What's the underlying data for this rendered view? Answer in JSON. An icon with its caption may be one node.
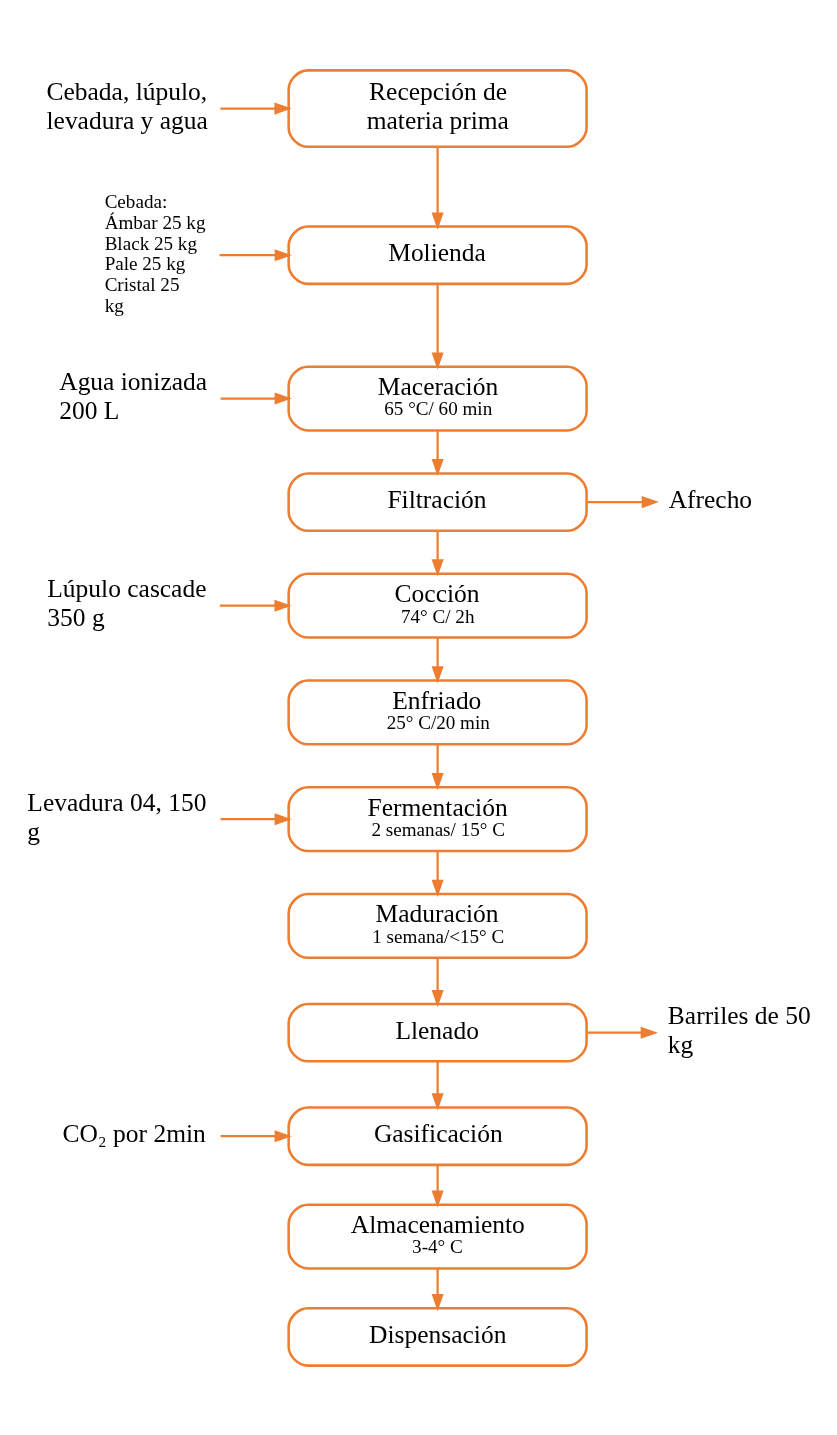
{
  "diagram": {
    "nodes": [
      {
        "text": [
          "Cebada, lúpulo, levadura y agua"
        ]
      },
      {
        "text": [
          "Recepción de materia prima"
        ]
      },
      {
        "text": [
          "Cebada: Ámbar 25 kg Black 25 kg Pale 25 kg Cristal 25 kg"
        ]
      },
      {
        "text": [
          "Molienda"
        ]
      },
      {
        "text": [
          "Agua ionizada 200 L"
        ]
      },
      {
        "text": [
          "Maceración",
          "65 °C/ 60 min"
        ]
      },
      {
        "text": [
          "Filtración"
        ]
      },
      {
        "text": [
          "Afrecho"
        ]
      },
      {
        "text": [
          "Lúpulo cascade 350 g"
        ]
      },
      {
        "text": [
          "Cocción",
          "74° C/ 2h"
        ]
      },
      {
        "text": [
          "Enfriado",
          "25° C/20 min"
        ]
      },
      {
        "text": [
          "Levadura 04, 150 g"
        ]
      },
      {
        "text": [
          "Fermentación",
          "2 semanas/ 15° C"
        ]
      },
      {
        "text": [
          "Maduración",
          "1 semana/<15° C"
        ]
      },
      {
        "text": [
          "Llenado"
        ]
      },
      {
        "text": [
          "Barriles de 50 kg"
        ]
      },
      {
        "text": [
          "CO₂ por 2min"
        ]
      },
      {
        "text": [
          "Gasificación"
        ]
      },
      {
        "text": [
          "Almacenamiento",
          "3-4° C"
        ]
      },
      {
        "text": [
          "Dispensación"
        ]
      }
    ],
    "edges": [
      {
        "from": 0,
        "to": 1,
        "arrow": "to"
      },
      {
        "from": 1,
        "to": 3,
        "arrow": "to"
      },
      {
        "from": 2,
        "to": 3,
        "arrow": "to"
      },
      {
        "from": 3,
        "to": 5,
        "arrow": "to"
      },
      {
        "from": 4,
        "to": 5,
        "arrow": "to"
      },
      {
        "from": 5,
        "to": 6,
        "arrow": "to"
      },
      {
        "from": 6,
        "to": 7,
        "arrow": "to"
      },
      {
        "from": 6,
        "to": 9,
        "arrow": "to"
      },
      {
        "from": 8,
        "to": 9,
        "arrow": "to"
      },
      {
        "from": 9,
        "to": 10,
        "arrow": "to"
      },
      {
        "from": 10,
        "to": 12,
        "arrow": "to"
      },
      {
        "from": 11,
        "to": 12,
        "arrow": "to"
      },
      {
        "from": 12,
        "to": 13,
        "arrow": "to"
      },
      {
        "from": 13,
        "to": 14,
        "arrow": "to"
      },
      {
        "from": 14,
        "to": 15,
        "arrow": "to"
      },
      {
        "from": 14,
        "to": 17,
        "arrow": "to"
      },
      {
        "from": 16,
        "to": 17,
        "arrow": "to"
      },
      {
        "from": 17,
        "to": 18,
        "arrow": "to"
      },
      {
        "from": 18,
        "to": 19,
        "arrow": "to"
      }
    ]
  }
}
